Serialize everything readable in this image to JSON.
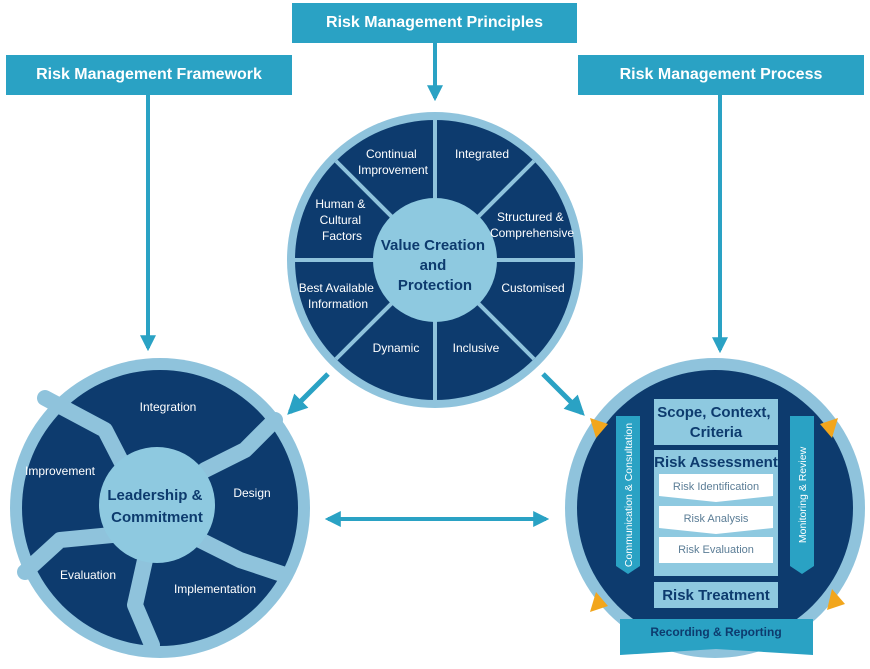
{
  "headers": {
    "principles": "Risk Management Principles",
    "framework": "Risk Management Framework",
    "process": "Risk Management Process"
  },
  "principles": {
    "center": [
      "Value Creation",
      "and",
      "Protection"
    ],
    "segments": {
      "continual_improvement": [
        "Continual",
        "Improvement"
      ],
      "integrated": [
        "Integrated"
      ],
      "structured": [
        "Structured &",
        "Comprehensive"
      ],
      "customised": [
        "Customised"
      ],
      "inclusive": [
        "Inclusive"
      ],
      "dynamic": [
        "Dynamic"
      ],
      "best_info": [
        "Best Available",
        "Information"
      ],
      "human": [
        "Human &",
        "Cultural",
        "Factors"
      ]
    }
  },
  "framework": {
    "center": [
      "Leadership &",
      "Commitment"
    ],
    "segments": {
      "integration": "Integration",
      "design": "Design",
      "implementation": "Implementation",
      "evaluation": "Evaluation",
      "improvement": "Improvement"
    }
  },
  "process": {
    "scope": [
      "Scope, Context,",
      "Criteria"
    ],
    "assessment": "Risk Assessment",
    "identification": "Risk Identification",
    "analysis": "Risk Analysis",
    "evaluation": "Risk Evaluation",
    "treatment": "Risk Treatment",
    "communication": "Communication & Consultation",
    "monitoring": "Monitoring & Review",
    "recording": "Recording & Reporting"
  },
  "colors": {
    "header_bg": "#2aa2c4",
    "dark_navy": "#0d3b6e",
    "light_blue": "#8fc3dc",
    "center_blue": "#8ec9e0",
    "accent_orange": "#f2a61c"
  }
}
